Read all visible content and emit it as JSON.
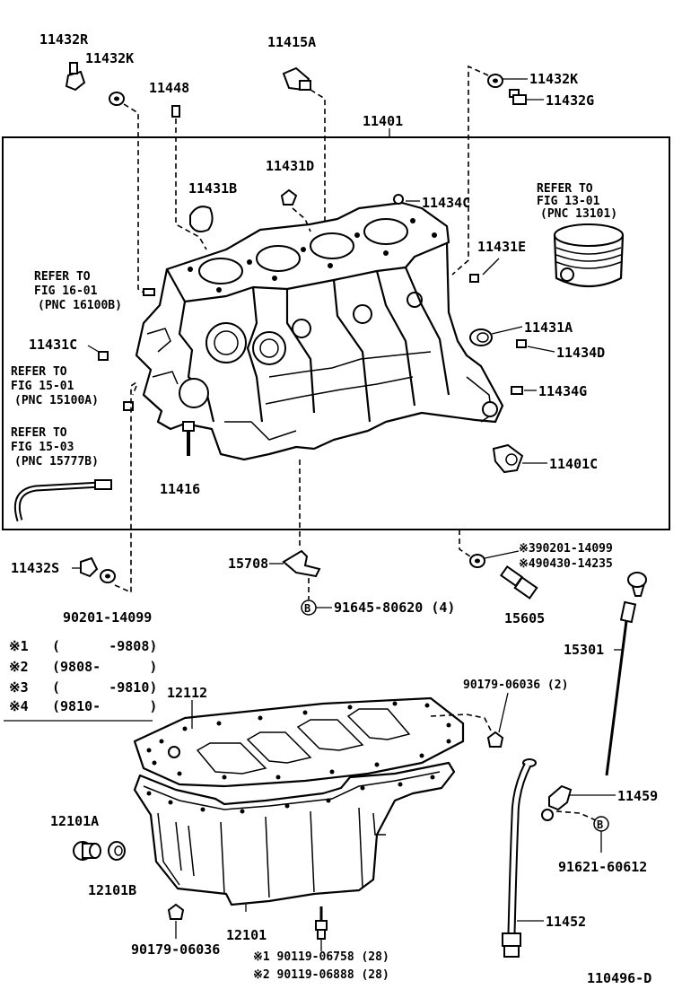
{
  "diagram": {
    "id_code": "110496-D",
    "assembly_number": "11401",
    "parts": {
      "p11432R": "11432R",
      "p11432K_top": "11432K",
      "p11448": "11448",
      "p11415A": "11415A",
      "p11432K_right": "11432K",
      "p11432G": "11432G",
      "p11431D": "11431D",
      "p11431B": "11431B",
      "p11434C": "11434C",
      "p11431E": "11431E",
      "p11431C": "11431C",
      "p11431A": "11431A",
      "p11434D": "11434D",
      "p11434G": "11434G",
      "p11416": "11416",
      "p11401C": "11401C",
      "p11432S": "11432S",
      "p90201_14099": "90201-14099",
      "p15708": "15708",
      "p91645": "91645-80620 (4)",
      "p3_90201": "※390201-14099",
      "p4_90430": "※490430-14235",
      "p15605": "15605",
      "p15301": "15301",
      "p12112": "12112",
      "p90179_2": "90179-06036 (2)",
      "p11459": "11459",
      "p91621": "91621-60612",
      "p12101A": "12101A",
      "p12101B": "12101B",
      "p12101": "12101",
      "p11452": "11452",
      "p90179_single": "90179-06036",
      "p1_90119": "※1 90119-06758 (28)",
      "p2_90119": "※2 90119-06888 (28)"
    },
    "references": {
      "piston": [
        "REFER TO",
        "FIG 13-01",
        "(PNC 13101)"
      ],
      "fig16": [
        "REFER TO",
        "FIG 16-01",
        "(PNC 16100B)"
      ],
      "fig15_01": [
        "REFER TO",
        "FIG 15-01",
        "(PNC 15100A)"
      ],
      "fig15_03": [
        "REFER TO",
        "FIG 15-03",
        "(PNC 15777B)"
      ]
    },
    "footnotes": [
      {
        "mark": "※1",
        "range": "(      -9808)"
      },
      {
        "mark": "※2",
        "range": "(9808-      )"
      },
      {
        "mark": "※3",
        "range": "(      -9810)"
      },
      {
        "mark": "※4",
        "range": "(9810-      )"
      }
    ],
    "circle_mark": "B"
  }
}
